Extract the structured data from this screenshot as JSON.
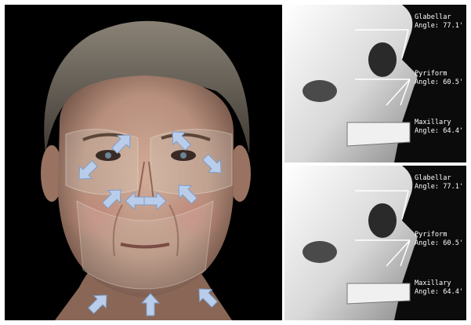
{
  "panels": {
    "face": {
      "arrow_color": "#b9cdea",
      "arrow_outline": "#7f9dc7",
      "background": "#000000"
    },
    "skull_top": {
      "labels": {
        "glabellar": {
          "line1": "Glabellar",
          "line2": "Angle: 77.1'"
        },
        "pyriform": {
          "line1": "Pyriform",
          "line2": "Angle: 60.5'"
        },
        "maxillary": {
          "line1": "Maxillary",
          "line2": "Angle: 64.4'"
        }
      }
    },
    "skull_bottom": {
      "labels": {
        "glabellar": {
          "line1": "Glabellar",
          "line2": "Angle: 77.1'"
        },
        "pyriform": {
          "line1": "Pyriform",
          "line2": "Angle: 60.5'"
        },
        "maxillary": {
          "line1": "Maxillary",
          "line2": "Angle: 64.4'"
        }
      }
    }
  },
  "colors": {
    "skin": "#b89583",
    "hair": "#6f675d",
    "bone": "#e6e6e6",
    "annotation_line": "#ffffff"
  }
}
